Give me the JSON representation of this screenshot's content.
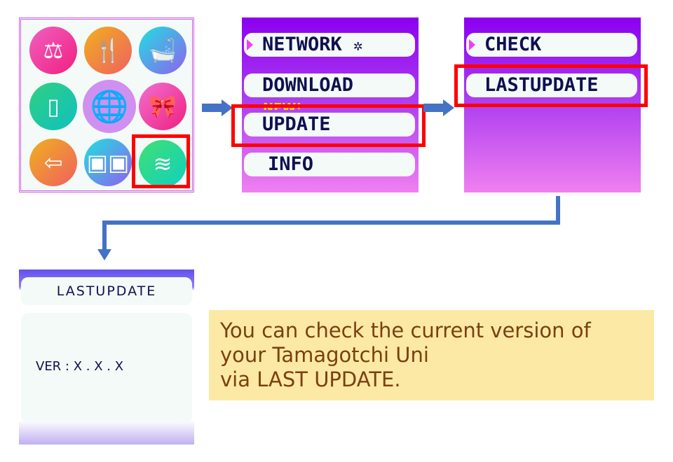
{
  "panel1": {
    "icons": [
      "scale-icon",
      "fork-knife-icon",
      "bath-icon",
      "phone-icon",
      "globe-icon",
      "ribbon-house-icon",
      "door-exit-icon",
      "tamagotchi-link-icon",
      "wifi-icon"
    ]
  },
  "panel2": {
    "items": [
      {
        "label": "NETWORK"
      },
      {
        "label": "DOWNLOAD"
      },
      {
        "label": "UPDATE"
      },
      {
        "label": "INFO"
      }
    ],
    "new_badge": "NEW!"
  },
  "panel3": {
    "items": [
      {
        "label": "CHECK"
      },
      {
        "label": "LASTUPDATE"
      }
    ]
  },
  "panel4": {
    "title": "LASTUPDATE",
    "version": "VER : X . X . X"
  },
  "note": {
    "lines": [
      "You can check the current version of",
      "your Tamagotchi Uni",
      "via LAST UPDATE."
    ]
  },
  "colors": {
    "arrow": "#4472c4",
    "highlight": "#ff0000"
  }
}
